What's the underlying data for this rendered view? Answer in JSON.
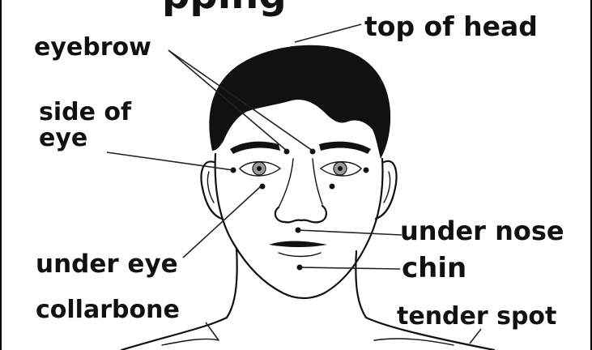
{
  "title_partial": "pping",
  "labels": {
    "top_of_head": "top of head",
    "eyebrow": "eyebrow",
    "side_of_eye_line1": "side of",
    "side_of_eye_line2": "eye",
    "under_nose": "under nose",
    "chin": "chin",
    "under_eye": "under eye",
    "collarbone": "collarbone",
    "tender_spot": "tender spot"
  },
  "colors": {
    "ink": "#111111",
    "background": "#ffffff",
    "iris": "#9a9a9a"
  }
}
